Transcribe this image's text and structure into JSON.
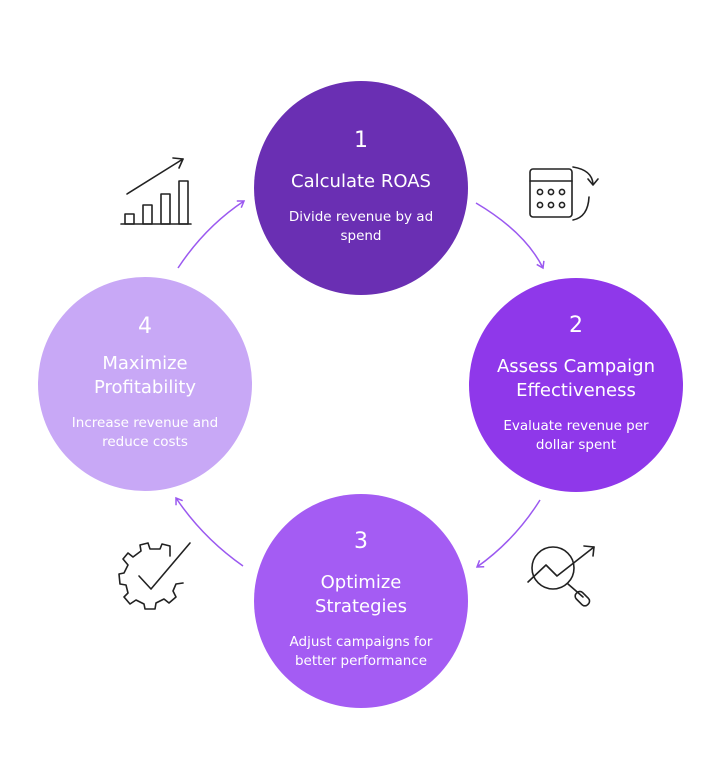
{
  "colors": {
    "step1": "#6a2fb3",
    "step2": "#8f38ea",
    "step3": "#a45cf3",
    "step4": "#c8a8f6",
    "arrow": "#9b59f0",
    "icon_stroke": "#222222"
  },
  "steps": [
    {
      "number": "1",
      "title": "Calculate ROAS",
      "description": "Divide revenue by ad spend",
      "icon": "bar-chart-growth-icon"
    },
    {
      "number": "2",
      "title": "Assess Campaign Effectiveness",
      "description": "Evaluate revenue per dollar spent",
      "icon": "calculator-cycle-icon"
    },
    {
      "number": "3",
      "title": "Optimize Strategies",
      "description": "Adjust campaigns for better performance",
      "icon": "magnifier-trend-icon"
    },
    {
      "number": "4",
      "title": "Maximize Profitability",
      "description": "Increase revenue and reduce costs",
      "icon": "gear-check-icon"
    }
  ]
}
